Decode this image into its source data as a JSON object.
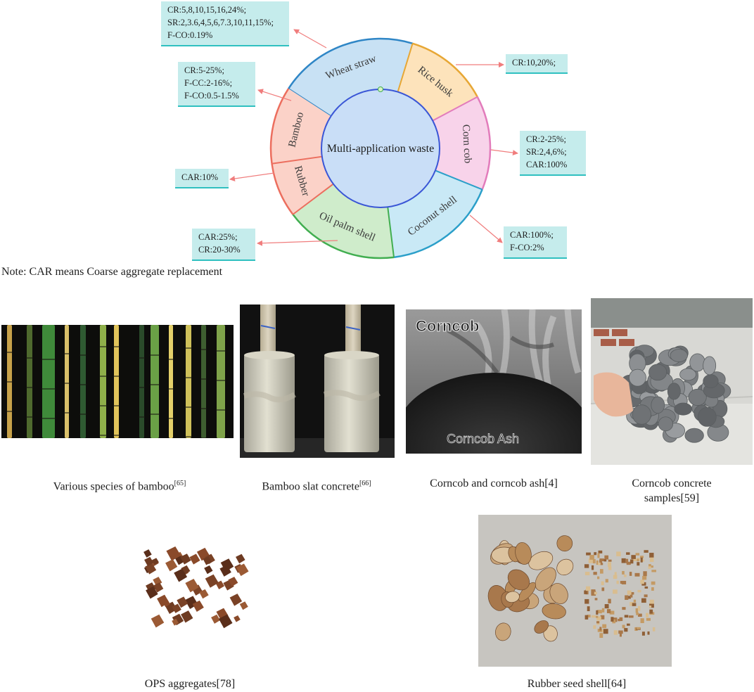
{
  "diagram": {
    "center_label": "Multi-application waste",
    "segments": [
      {
        "label": "Wheat straw",
        "color": "#2f86c6",
        "fill": "#c8e1f4"
      },
      {
        "label": "Rice husk",
        "color": "#e7a735",
        "fill": "#fde3bb"
      },
      {
        "label": "Corn cob",
        "color": "#e27cbb",
        "fill": "#f8d3ea"
      },
      {
        "label": "Coconut shell",
        "color": "#2b9fc9",
        "fill": "#c9e9f6"
      },
      {
        "label": "Oil palm shell",
        "color": "#41ae50",
        "fill": "#cfeccb"
      },
      {
        "label": "Rubber",
        "color": "#ec6e5e",
        "fill": "#fbd2c8"
      },
      {
        "label": "Bamboo",
        "color": "#ec6e5e",
        "fill": "#fbd2c8"
      }
    ],
    "callouts": {
      "wheat_straw": [
        "CR:5,8,10,15,16,24%;",
        "SR:2,3.6,4,5,6,7.3,10,11,15%;",
        "F-CO:0.19%"
      ],
      "bamboo": [
        "CR:5-25%;",
        "F-CC:2-16%;",
        "F-CO:0.5-1.5%"
      ],
      "rubber": [
        "CAR:10%"
      ],
      "oil_palm_shell": [
        "CAR:25%;",
        "CR:20-30%"
      ],
      "rice_husk": [
        "CR:10,20%;"
      ],
      "corn_cob": [
        "CR:2-25%;",
        "SR:2,4,6%;",
        "CAR:100%"
      ],
      "coconut_shell": [
        "CAR:100%;",
        "F-CO:2%"
      ]
    },
    "accent": "#2fc0c0",
    "arrow_color": "#f07d7d"
  },
  "note": "Note: CAR means Coarse aggregate replacement",
  "photos": {
    "corncob_top_label": "Corncob",
    "corncob_bottom_label": "Corncob Ash"
  },
  "captions": {
    "bamboo_species": {
      "text": "Various species of bamboo",
      "ref": "[65]"
    },
    "bamboo_slat": {
      "text": "Bamboo slat concrete",
      "ref": "[66]"
    },
    "corncob_ash": "Corncob and corncob ash[4]",
    "corncob_concrete_line1": "Corncob concrete",
    "corncob_concrete_line2": "samples[59]",
    "ops": "OPS aggregates[78]",
    "rubber_seed": "Rubber seed shell[64]"
  }
}
